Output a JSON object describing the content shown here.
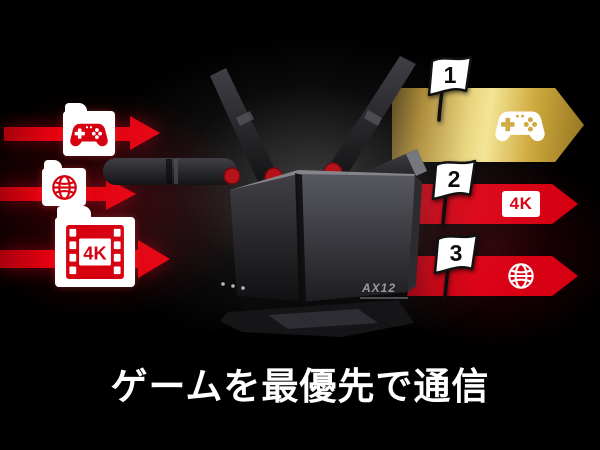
{
  "caption": {
    "text": "ゲームを最優先で通信"
  },
  "router": {
    "model": "AX12"
  },
  "sources": [
    {
      "icon": "gamepad-icon"
    },
    {
      "icon": "globe-icon"
    },
    {
      "icon": "film-4k-icon",
      "label": "4K"
    }
  ],
  "priorities": [
    {
      "rank": "1",
      "content_icon": "gamepad-icon",
      "band_color": "gold"
    },
    {
      "rank": "2",
      "label": "4K",
      "band_color": "red"
    },
    {
      "rank": "3",
      "content_icon": "globe-icon",
      "band_color": "red"
    }
  ],
  "colors": {
    "brand_red": "#dc0013",
    "gold_bright": "#f4e594",
    "gold_dark": "#57451a",
    "background": "#000000",
    "text_white": "#ffffff"
  }
}
